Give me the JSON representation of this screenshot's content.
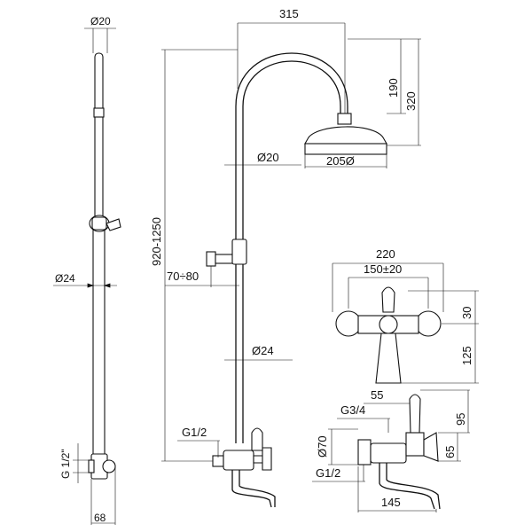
{
  "dimensions": {
    "rod_top_diameter": "Ø20",
    "rod_bottom_diameter": "Ø24",
    "thread_left": "G 1/2\"",
    "width_bottom_left": "68",
    "arm_width": "315",
    "shower_drop": "190",
    "shower_total_drop": "320",
    "head_diameter": "205Ø",
    "upper_pipe_diameter": "Ø20",
    "height_range": "920-1250",
    "wall_distance": "70÷80",
    "lower_pipe_diameter": "Ø24",
    "thread_g12_main": "G1/2",
    "mixer_width": "220",
    "mixer_centers": "150±20",
    "mixer_height_30": "30",
    "mixer_height_125": "125",
    "side_55": "55",
    "side_g34": "G3/4",
    "side_95": "95",
    "side_d70": "Ø70",
    "side_65": "65",
    "side_g12": "G1/2",
    "side_145": "145"
  }
}
